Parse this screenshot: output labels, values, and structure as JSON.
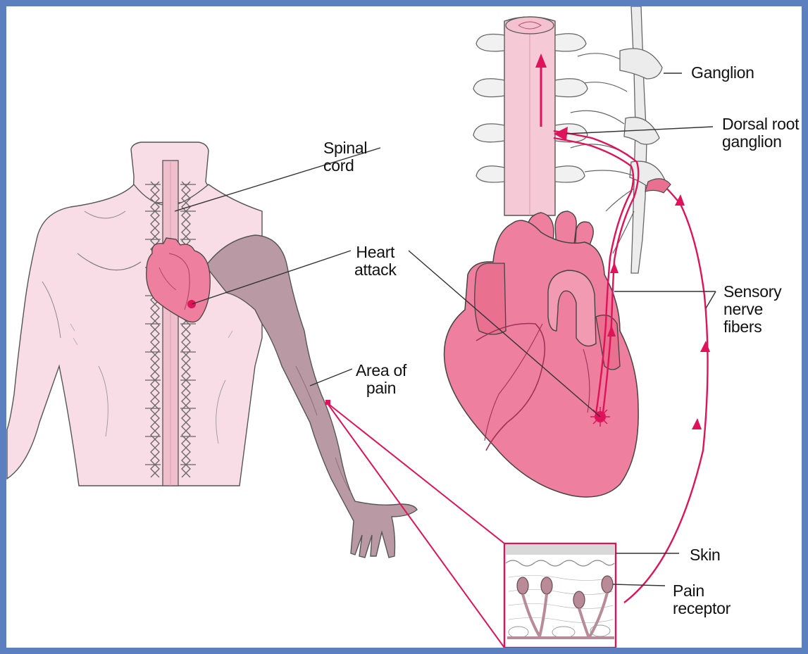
{
  "labels": {
    "ganglion": "Ganglion",
    "dorsal_root_ganglion": [
      "Dorsal root",
      "ganglion"
    ],
    "spinal_cord": [
      "Spinal",
      "cord"
    ],
    "heart_attack": [
      "Heart",
      "attack"
    ],
    "sensory_nerve_fibers": [
      "Sensory",
      "nerve",
      "fibers"
    ],
    "area_of_pain": [
      "Area of",
      "pain"
    ],
    "skin": "Skin",
    "pain_receptor": [
      "Pain",
      "receptor"
    ]
  },
  "colors": {
    "border": "#5b7fbf",
    "body_skin": "#f9dde6",
    "arm_pain": "#b99aa4",
    "heart": "#ef7f9f",
    "heart_dark": "#d9597e",
    "spinal_cord": "#f6c9d6",
    "nerve": "#e0125a",
    "ink": "#333333"
  }
}
